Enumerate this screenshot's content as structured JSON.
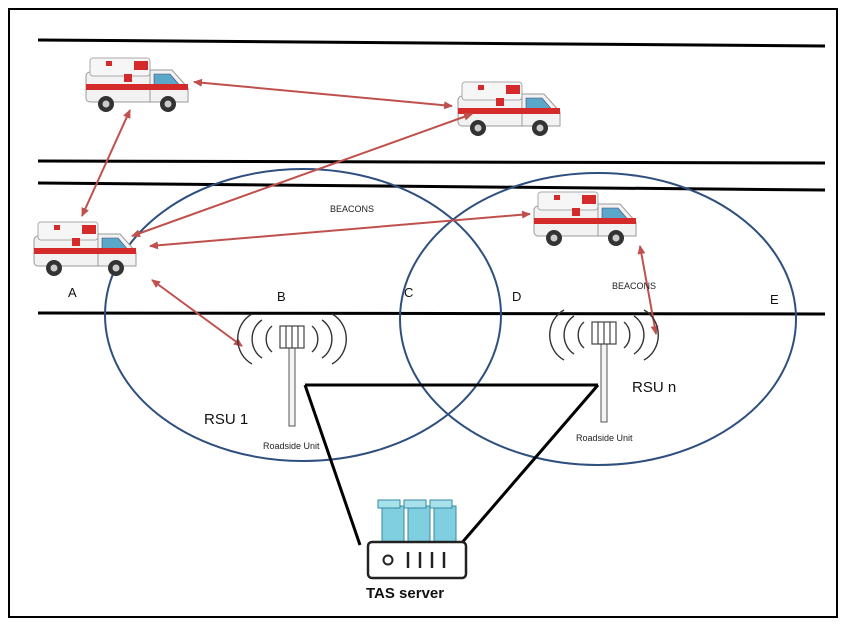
{
  "labels": {
    "a": "A",
    "b": "B",
    "c": "C",
    "d": "D",
    "e": "E",
    "beacons_left": "BEACONS",
    "beacons_right": "BEACONS",
    "rsu_1": "RSU 1",
    "rsu_n": "RSU  n",
    "roadside_unit_1": "Roadside Unit",
    "roadside_unit_n": "Roadside Unit",
    "server": "TAS server"
  },
  "colors": {
    "arrow": "#c0504d",
    "circle": "#2f4f7f",
    "ambulance_stripe": "#d42a2a",
    "server": "#7fcfe0"
  }
}
